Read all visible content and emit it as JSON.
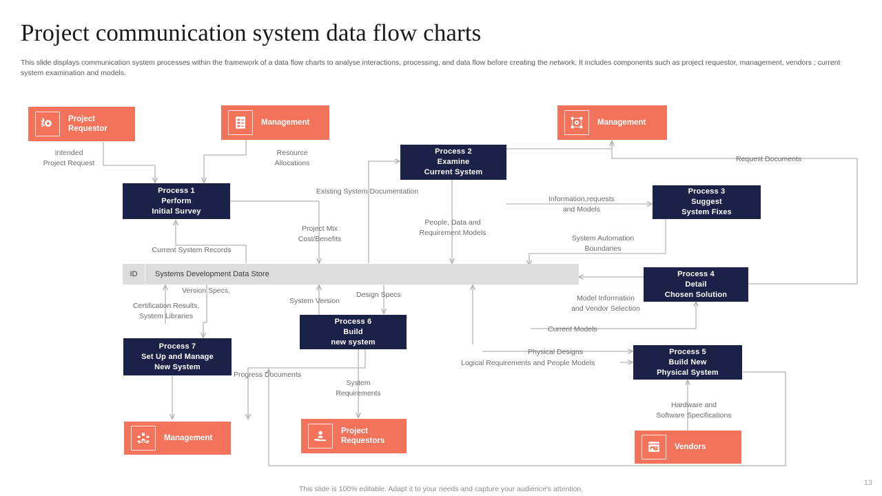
{
  "header": {
    "title": "Project communication system data flow charts",
    "subtitle": "This slide displays communication system processes within the framework of a data flow charts to analyse interactions, processing, and data flow before creating the network. It includes components such as project requestor, management, vendors ; current system examination and models."
  },
  "theme": {
    "coral": "#f3735a",
    "navy": "#1b2147",
    "store_gray": "#dcdcdc",
    "wire_gray": "#b3b3b3",
    "label_gray": "#6b6b6b"
  },
  "entities": [
    {
      "id": "project-requestor-top",
      "label": "Project\nRequestor",
      "icon": "project-requestor-icon"
    },
    {
      "id": "management-top-left",
      "label": "Management",
      "icon": "document-list-icon"
    },
    {
      "id": "management-top-right",
      "label": "Management",
      "icon": "network-nodes-icon"
    },
    {
      "id": "management-bottom",
      "label": "Management",
      "icon": "team-people-icon"
    },
    {
      "id": "project-requestors-bottom",
      "label": "Project\nRequestors",
      "icon": "hand-support-icon"
    },
    {
      "id": "vendors-bottom",
      "label": "Vendors",
      "icon": "store-shop-icon"
    }
  ],
  "processes": [
    {
      "id": "process-1",
      "num": "Process 1",
      "line2": "Perform",
      "line3": "Initial  Survey"
    },
    {
      "id": "process-2",
      "num": "Process 2",
      "line2": "Examine",
      "line3": "Current  System"
    },
    {
      "id": "process-3",
      "num": "Process 3",
      "line2": "Suggest",
      "line3": "System Fixes"
    },
    {
      "id": "process-4",
      "num": "Process 4",
      "line2": "Detail",
      "line3": "Chosen  Solution"
    },
    {
      "id": "process-5",
      "num": "Process 5",
      "line2": "Build  New",
      "line3": "Physical  System"
    },
    {
      "id": "process-6",
      "num": "Process 6",
      "line2": "Build",
      "line3": "new system"
    },
    {
      "id": "process-7",
      "num": "Process 7",
      "line2": "Set Up and Manage",
      "line3": "New System"
    }
  ],
  "datastore": {
    "id_label": "ID",
    "name": "Systems Development Data Store"
  },
  "flows": [
    {
      "id": "intended-project-request",
      "text": "Intended\nProject Request"
    },
    {
      "id": "resource-allocations",
      "text": "Resource\nAllocations"
    },
    {
      "id": "existing-system-documentation",
      "text": "Existing System Documentation"
    },
    {
      "id": "project-mix-cost-benefits",
      "text": "Project Mix\nCost/Benefits"
    },
    {
      "id": "people-data-requirement-models",
      "text": "People, Data and\nRequirement Models"
    },
    {
      "id": "current-system-records",
      "text": "Current System Records"
    },
    {
      "id": "information-requests-models",
      "text": "Information,requests\nand Models"
    },
    {
      "id": "system-automation-boundaries",
      "text": "System Automation\nBoundaries"
    },
    {
      "id": "request-documents",
      "text": "Request Documents"
    },
    {
      "id": "version-specs",
      "text": "Version Specs."
    },
    {
      "id": "certification-results",
      "text": "Certification Results,\nSystem Libraries"
    },
    {
      "id": "system-version",
      "text": "System Version"
    },
    {
      "id": "design-specs",
      "text": "Design Specs"
    },
    {
      "id": "model-information-vendor",
      "text": "Model Information\nand Vendor Selection"
    },
    {
      "id": "current-models",
      "text": "Current Models"
    },
    {
      "id": "physical-designs",
      "text": "Physical Designs"
    },
    {
      "id": "logical-requirements",
      "text": "Logical Requirements and People Models"
    },
    {
      "id": "progress-documents",
      "text": "Progress Documents"
    },
    {
      "id": "system-requirements",
      "text": "System\nRequirements"
    },
    {
      "id": "hardware-software-specs",
      "text": "Hardware and\nSoftware Specifications"
    }
  ],
  "footer": {
    "note": "This slide is 100% editable. Adapt it to your needs and capture your audience's attention.",
    "page_number": "13"
  }
}
